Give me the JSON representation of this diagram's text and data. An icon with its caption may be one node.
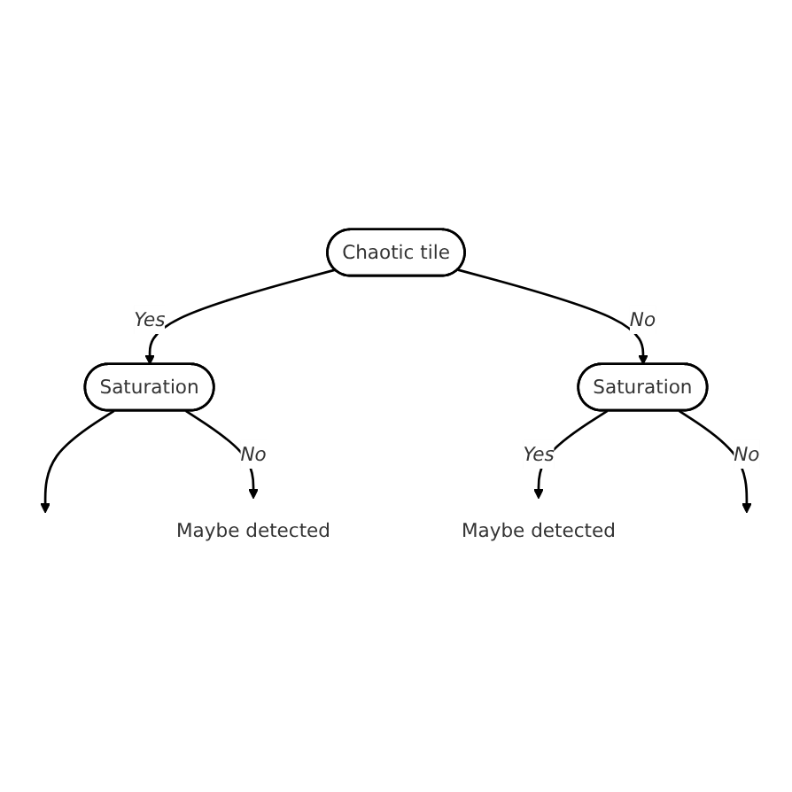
{
  "diagram": {
    "nodes": [
      {
        "text": [
          "Chaotic tile"
        ]
      },
      {
        "text": [
          "Saturation"
        ]
      },
      {
        "text": [
          "Saturation"
        ]
      },
      {
        "text": [
          "Maybe detected"
        ]
      },
      {
        "text": [
          "Maybe detected"
        ]
      }
    ],
    "edges": [
      {
        "from": 0,
        "to": 1,
        "arrow": "to",
        "label": "Yes"
      },
      {
        "from": 0,
        "to": 2,
        "arrow": "to",
        "label": "No"
      },
      {
        "from": 1,
        "to": null,
        "arrow": "to"
      },
      {
        "from": 1,
        "to": 3,
        "arrow": "to",
        "label": "No"
      },
      {
        "from": 2,
        "to": 4,
        "arrow": "to",
        "label": "Yes"
      },
      {
        "from": 2,
        "to": null,
        "arrow": "to",
        "label": "No"
      }
    ]
  }
}
